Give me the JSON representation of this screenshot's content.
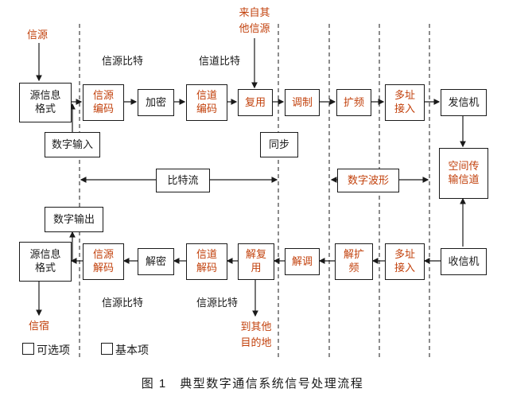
{
  "colors": {
    "ink": "#1a1a1a",
    "accent": "#c2410c",
    "background": "#ffffff"
  },
  "caption": "图 1　典型数字通信系统信号处理流程",
  "legend": [
    {
      "label": "可选项"
    },
    {
      "label": "基本项"
    }
  ],
  "labels": {
    "source": "信源",
    "sink": "信宿",
    "source_bits_top": "信源比特",
    "channel_bits_top": "信道比特",
    "from_other_sources": "来自其\n他信源",
    "to_other_destinations": "到其他\n目的地",
    "source_bits_bottom_left": "信源比特",
    "source_bits_bottom_right": "信源比特"
  },
  "nodes": {
    "source_format_tx": "源信息\n格式",
    "source_encoder": "信源\n编码",
    "encrypt": "加密",
    "channel_encoder": "信道\n编码",
    "multiplex": "复用",
    "modulate": "调制",
    "spread": "扩频",
    "multiple_access_tx": "多址\n接入",
    "transmitter": "发信机",
    "digital_input": "数字输入",
    "sync": "同步",
    "bit_stream": "比特流",
    "digital_waveform": "数字波形",
    "space_channel": "空间传\n输信道",
    "digital_output": "数字输出",
    "source_format_rx": "源信息\n格式",
    "source_decoder": "信源\n解码",
    "decrypt": "解密",
    "channel_decoder": "信道\n解码",
    "demultiplex": "解复\n用",
    "demodulate": "解调",
    "despread": "解扩\n频",
    "multiple_access_rx": "多址\n接入",
    "receiver": "收信机"
  }
}
